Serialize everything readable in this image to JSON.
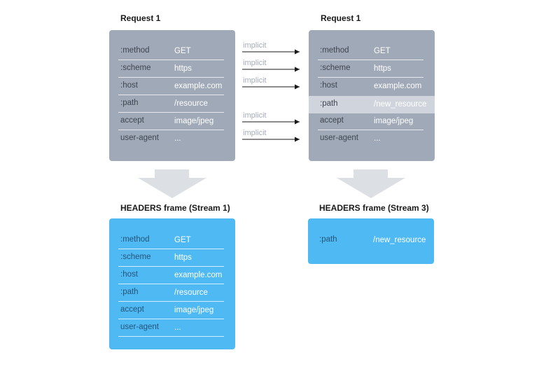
{
  "left_request": {
    "title": "Request 1",
    "rows": [
      {
        "key": ":method",
        "value": "GET"
      },
      {
        "key": ":scheme",
        "value": "https"
      },
      {
        "key": ":host",
        "value": "example.com"
      },
      {
        "key": ":path",
        "value": "/resource"
      },
      {
        "key": "accept",
        "value": "image/jpeg"
      },
      {
        "key": "user-agent",
        "value": "..."
      }
    ]
  },
  "right_request": {
    "title": "Request 1",
    "rows": [
      {
        "key": ":method",
        "value": "GET"
      },
      {
        "key": ":scheme",
        "value": "https"
      },
      {
        "key": ":host",
        "value": "example.com"
      },
      {
        "key": ":path",
        "value": "/new_resource"
      },
      {
        "key": "accept",
        "value": "image/jpeg"
      },
      {
        "key": "user-agent",
        "value": "..."
      }
    ]
  },
  "arrows": [
    {
      "label": "implicit"
    },
    {
      "label": "implicit"
    },
    {
      "label": "implicit"
    },
    {
      "label": "implicit"
    },
    {
      "label": "implicit"
    }
  ],
  "left_frame": {
    "title": "HEADERS frame (Stream 1)",
    "rows": [
      {
        "key": ":method",
        "value": "GET"
      },
      {
        "key": ":scheme",
        "value": "https"
      },
      {
        "key": ":host",
        "value": "example.com"
      },
      {
        "key": ":path",
        "value": "/resource"
      },
      {
        "key": "accept",
        "value": "image/jpeg"
      },
      {
        "key": "user-agent",
        "value": "..."
      }
    ]
  },
  "right_frame": {
    "title": "HEADERS frame (Stream 3)",
    "rows": [
      {
        "key": ":path",
        "value": "/new_resource"
      }
    ]
  },
  "colors": {
    "request_box": "#a0a9b7",
    "frame_box": "#4fb9f4",
    "highlight_row": "#d0d5dd",
    "down_arrow": "#dcdfe4",
    "arrow_label": "#a5adb9"
  }
}
